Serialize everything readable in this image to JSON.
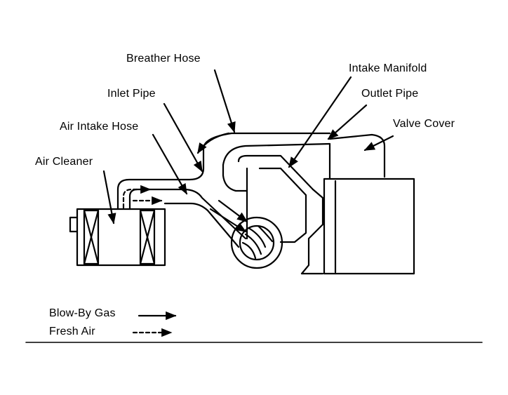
{
  "labels": {
    "breather_hose": "Breather Hose",
    "intake_manifold": "Intake Manifold",
    "inlet_pipe": "Inlet Pipe",
    "outlet_pipe": "Outlet Pipe",
    "air_intake_hose": "Air Intake Hose",
    "valve_cover": "Valve Cover",
    "air_cleaner": "Air Cleaner"
  },
  "legend": {
    "blow_by_gas": "Blow-By Gas",
    "fresh_air": "Fresh Air"
  },
  "colors": {
    "ink": "#000000",
    "paper": "#ffffff"
  }
}
